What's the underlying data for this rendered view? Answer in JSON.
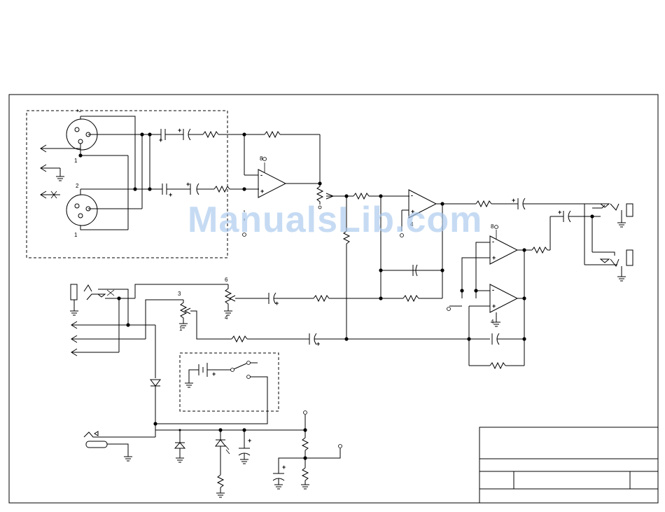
{
  "watermark": "ManualsLib.com",
  "pin_labels": {
    "xlr_top_pin2": "2",
    "xlr_top_pin1": "1",
    "xlr_bot_pin2": "2",
    "xlr_bot_pin1": "1",
    "opamp1_pin8": "8",
    "opamp2_pin4": "4",
    "opamp3_pin8": "8",
    "opamp4_pin4": "4",
    "pot1_pin3": "3",
    "pot1_pin1": "1",
    "pot2_pin6": "6",
    "pot2_pin4": "4"
  },
  "polarity": {
    "plus": "+",
    "minus": "-"
  }
}
